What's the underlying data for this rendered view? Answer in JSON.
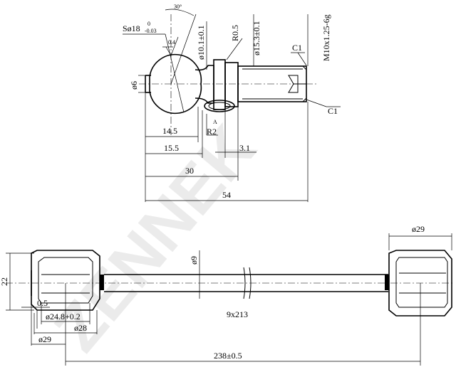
{
  "watermark": "ZENNEK",
  "pin": {
    "angle": "30°",
    "sphere": "Sø18",
    "sphere_tol_upper": "0",
    "sphere_tol_lower": "-0.03",
    "roughness": "0.4",
    "neck_dia": "ø10.1±0.1",
    "radius_r05": "R0.5",
    "collar_dia": "ø15.3±0.1",
    "thread": "M10x1.25-6g",
    "chamfer_top": "C1",
    "chamfer_bottom": "C1",
    "bore_dia": "ø6",
    "section_mark": "A",
    "radius_r2": "R2",
    "len_145": "14.5",
    "len_155": "15.5",
    "len_31": "3.1",
    "len_30": "30",
    "len_54": "54"
  },
  "rod": {
    "end_dia_right": "ø29",
    "height": "22",
    "rod_dia": "ø9",
    "lip": "0.5",
    "inner_dia": "ø24.8+0.2",
    "dia_28": "ø28",
    "dia_29_left": "ø29",
    "rod_size": "9x213",
    "overall_len": "238±0.5"
  }
}
